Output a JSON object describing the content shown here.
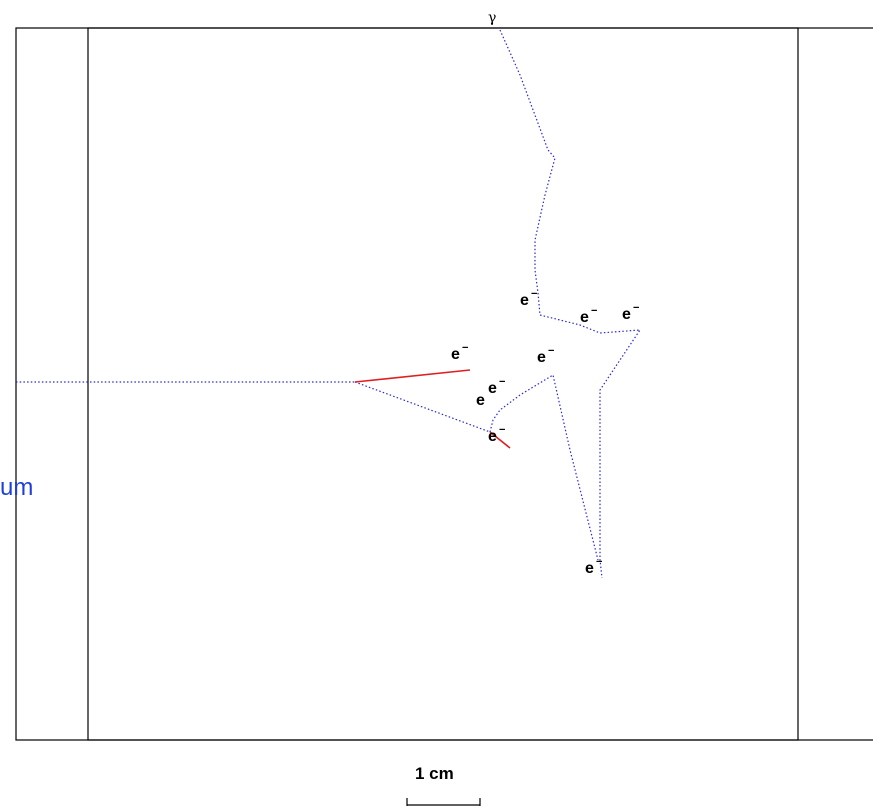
{
  "side_label": "um",
  "photon_label": "γ",
  "electron_label": "e",
  "electron_superscript": "−",
  "scale_label": "1 cm",
  "colors": {
    "frame": "#000000",
    "photon_track": "#2a2ad0",
    "electron_track": "#e02020",
    "side_label": "#1f3fd8"
  }
}
